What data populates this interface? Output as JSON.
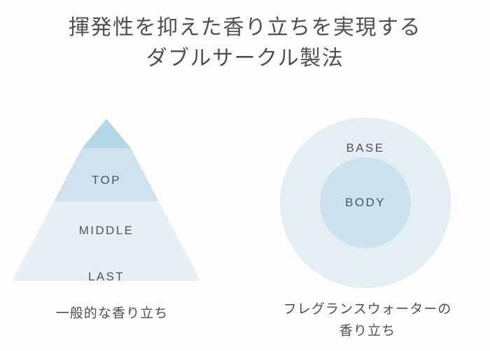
{
  "title": {
    "line1": "揮発性を抑えた香り立ちを実現する",
    "line2": "ダブルサークル製法"
  },
  "colors": {
    "background": "#fefefe",
    "title_text": "#4f4f4f",
    "label_text": "#4b5560",
    "pyramid_top": "#b3d6e8",
    "pyramid_middle": "#cfe3ee",
    "pyramid_last": "#e6f0f5",
    "circle_outer": "#e4eff4",
    "circle_inner": "#cbe3ee"
  },
  "left_panel": {
    "diagram_type": "pyramid",
    "bands": [
      {
        "id": "top",
        "label": "TOP",
        "color": "#b3d6e8"
      },
      {
        "id": "middle",
        "label": "MIDDLE",
        "color": "#cfe3ee"
      },
      {
        "id": "last",
        "label": "LAST",
        "color": "#e6f0f5"
      }
    ],
    "caption": {
      "line1": "一般的な香り立ち"
    }
  },
  "right_panel": {
    "diagram_type": "concentric-circles",
    "circles": [
      {
        "id": "base",
        "label": "BASE",
        "color": "#e4eff4"
      },
      {
        "id": "body",
        "label": "BODY",
        "color": "#cbe3ee"
      }
    ],
    "caption": {
      "line1": "フレグランスウォーターの",
      "line2": "香り立ち"
    }
  }
}
